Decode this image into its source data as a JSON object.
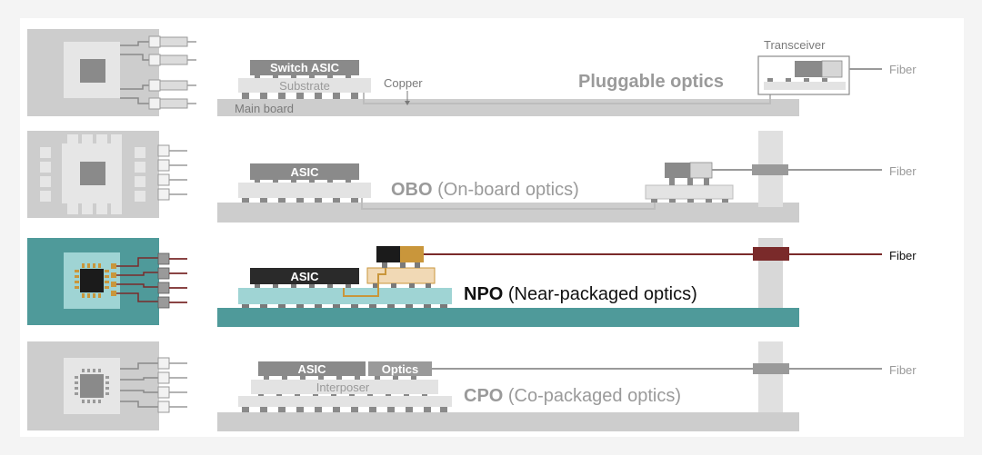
{
  "colors": {
    "gray_board": "#cdcdcd",
    "gray_dark": "#8a8a8a",
    "gray_light": "#e3e3e3",
    "gray_text": "#9a9a9a",
    "teal": "#4f9a9a",
    "teal_light": "#9fd4d4",
    "fiber_red": "#7a2a2a",
    "gold": "#c9963b",
    "peach": "#f1d9b5",
    "black": "#1b1b1b"
  },
  "rows": [
    {
      "id": "pluggable",
      "title": "Pluggable optics",
      "subtitle": "",
      "chip_label": "Switch ASIC",
      "layer_label": "Substrate",
      "board_label": "Main board",
      "copper_label": "Copper",
      "transceiver_label": "Transceiver",
      "fiber_label": "Fiber"
    },
    {
      "id": "obo",
      "title": "OBO",
      "subtitle": " (On-board optics)",
      "chip_label": "ASIC",
      "fiber_label": "Fiber"
    },
    {
      "id": "npo",
      "title": "NPO",
      "subtitle": " (Near-packaged optics)",
      "chip_label": "ASIC",
      "fiber_label": "Fiber"
    },
    {
      "id": "cpo",
      "title": "CPO",
      "subtitle": " (Co-packaged optics)",
      "chip_label": "ASIC",
      "optics_label": "Optics",
      "layer_label": "Interposer",
      "fiber_label": "Fiber"
    }
  ]
}
